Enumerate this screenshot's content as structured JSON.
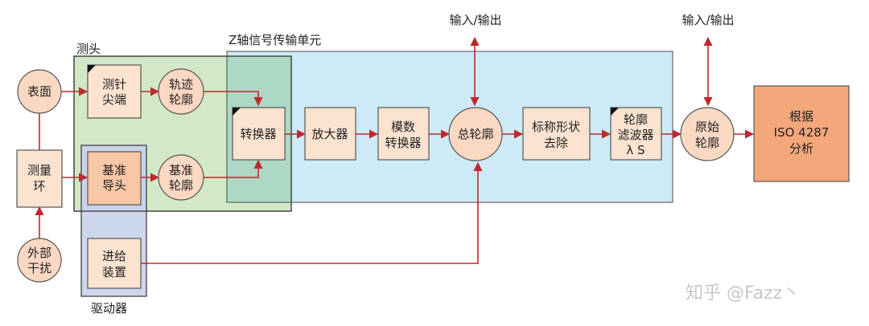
{
  "regions": {
    "probe": "测头",
    "z_axis_unit": "Z轴信号传输单元",
    "drive": "驱动器"
  },
  "io": {
    "left": "输入/输出",
    "right": "输入/输出"
  },
  "nodes": {
    "surface": [
      "表面"
    ],
    "measuring_loop": [
      "测量",
      "环"
    ],
    "external_disturbance": [
      "外部",
      "干扰"
    ],
    "stylus_tip": [
      "测针",
      "尖端"
    ],
    "trace_profile": [
      "轨迹",
      "轮廓"
    ],
    "reference_guide": [
      "基准",
      "导头"
    ],
    "reference_profile": [
      "基准",
      "轮廓"
    ],
    "feed_device": [
      "进给",
      "装置"
    ],
    "transducer": [
      "转换器"
    ],
    "amplifier": [
      "放大器"
    ],
    "ad_converter": [
      "模数",
      "转换器"
    ],
    "total_profile": [
      "总轮廓"
    ],
    "nominal_form_removal": [
      "标称形状",
      "去除"
    ],
    "profile_filter": [
      "轮廓",
      "滤波器",
      "λ S"
    ],
    "primary_profile": [
      "原始",
      "轮廓"
    ],
    "analysis": [
      "根据",
      "ISO 4287",
      "分析"
    ]
  },
  "watermark": "知乎 @Fazz丶",
  "colors": {
    "arrow": "#c0282d",
    "box_fill": "#fbe3d0",
    "analysis_fill": "#f4a77a",
    "probe_region": "#cde6c1",
    "z_region": "#cdeaf6",
    "drive_region": "#c7d1ea",
    "circle_fill": "#fbd8c2"
  }
}
